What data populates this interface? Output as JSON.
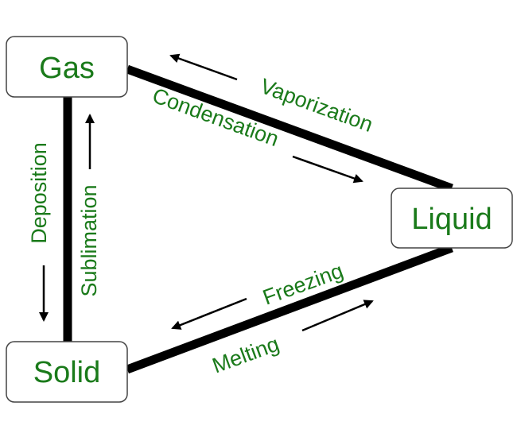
{
  "states": {
    "gas": "Gas",
    "liquid": "Liquid",
    "solid": "Solid"
  },
  "processes": {
    "vaporization": "Vaporization",
    "condensation": "Condensation",
    "freezing": "Freezing",
    "melting": "Melting",
    "deposition": "Deposition",
    "sublimation": "Sublimation"
  },
  "colors": {
    "label_green": "#1a7a1a",
    "edge_black": "#000000"
  }
}
